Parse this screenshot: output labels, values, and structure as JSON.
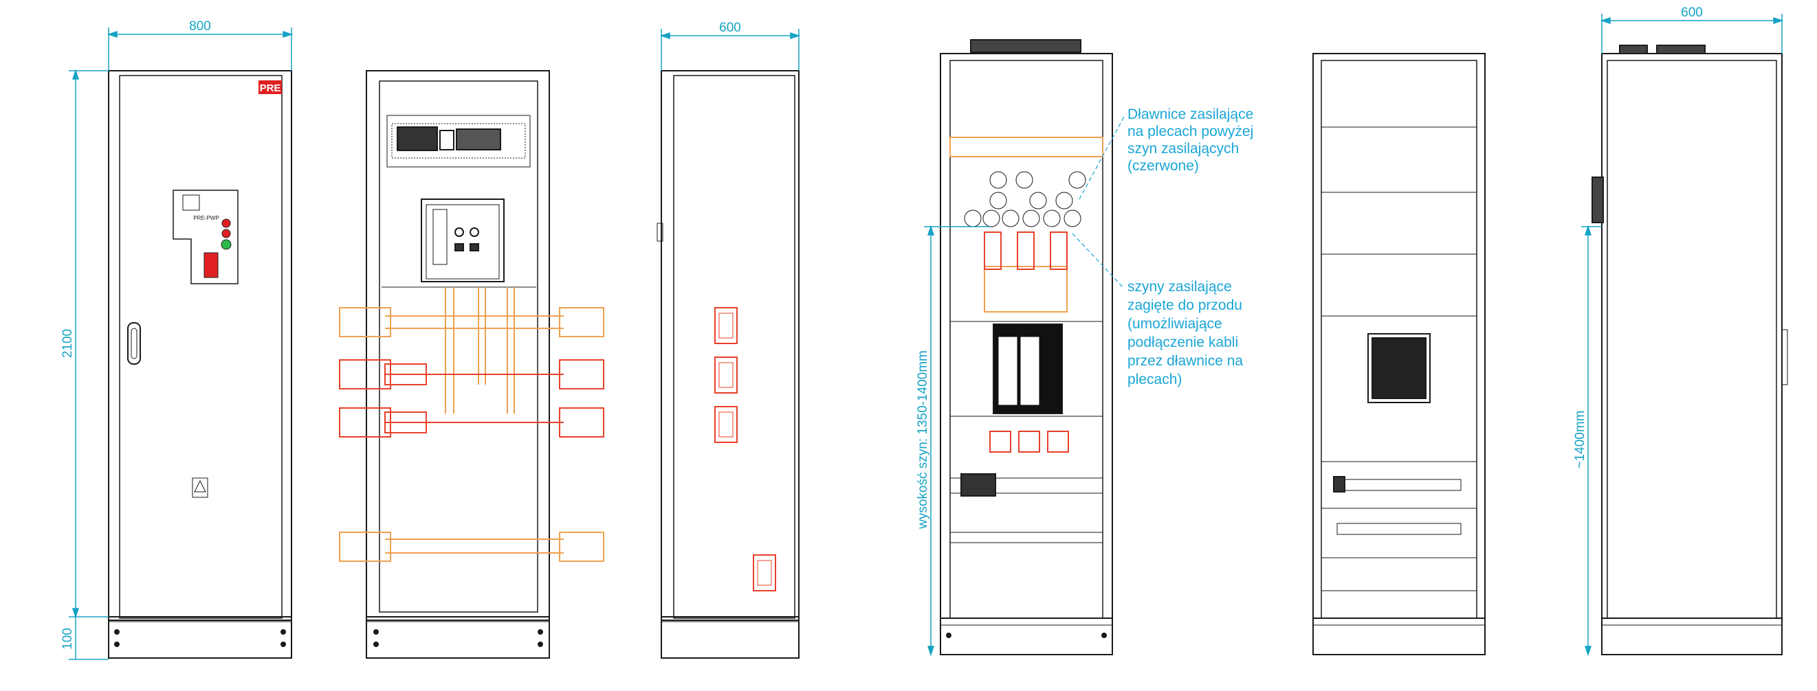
{
  "dimensions": {
    "front_width": "800",
    "total_height": "2100",
    "base_height": "100",
    "side_width_left": "600",
    "side_width_right": "600",
    "busbar_height": "wysokość szyn: 1350-1400mm",
    "right_height": "~1400mm"
  },
  "annotations": {
    "glands": [
      "Dławnice zasilające",
      "na plecach powyżej",
      "szyn zasilających",
      "(czerwone)"
    ],
    "busbars": [
      "szyny zasilające",
      "zagięte do przodu",
      "(umożliwiające",
      "podłączenie kabli",
      "przez dławnice na",
      "plecach)"
    ]
  },
  "labels": {
    "brand_badge": "PRE",
    "panel_model": "PRE-PWP"
  },
  "colors": {
    "line": "#1a1a1a",
    "dimension": "#16a3c4",
    "annotation": "#1aa6d6",
    "busbar_orange": "#f0a050",
    "busbar_red": "#e8402a",
    "green_light": "#2db84a",
    "red_light": "#e02020"
  }
}
